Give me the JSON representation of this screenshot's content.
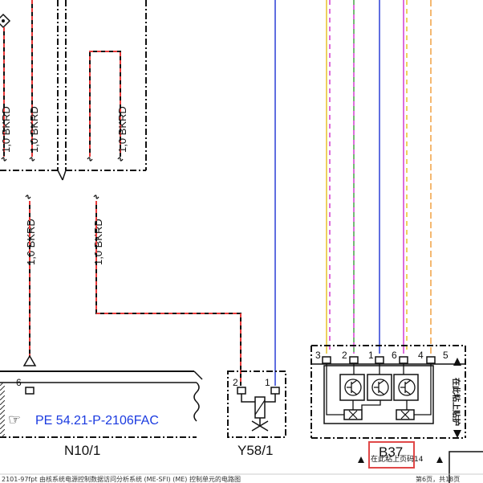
{
  "wire_labels": {
    "w1": "1,0 BKRD",
    "w2": "1,0 BKRD",
    "w3": "1,0 BKRD",
    "w4": "1,0 BKRD",
    "w5": "1,0 BKRD",
    "w6": "1,0 BKRD"
  },
  "pins": {
    "n10_6": "6",
    "y58_2": "2",
    "y58_1": "1",
    "b37_3": "3",
    "b37_2": "2",
    "b37_1": "1",
    "b37_6": "6",
    "b37_4": "4",
    "b37_5": "5"
  },
  "components": {
    "n10": "N10/1",
    "y58": "Y58/1",
    "b37": "B37"
  },
  "reference": {
    "text": "PE 54.21-P-2106FAC"
  },
  "annotations": {
    "side_note": "在此粘上贴护",
    "bottom_note": "在此粘上页码14",
    "footer_left": "2101-97fpt  由核系统电源控制数据访问分析系统 (ME-SFI) (ME) 控制单元的电路图",
    "footer_right": "第6页，共18页"
  },
  "colors": {
    "red_dash": "#e83a3a",
    "blue_wire": "#2a3fd6",
    "yellow_wire": "#e8c22a",
    "magenta_wire": "#d23cd2",
    "green_wire": "#4ec44e",
    "orange_wire": "#f0a040",
    "highlight_box": "#e04848"
  }
}
